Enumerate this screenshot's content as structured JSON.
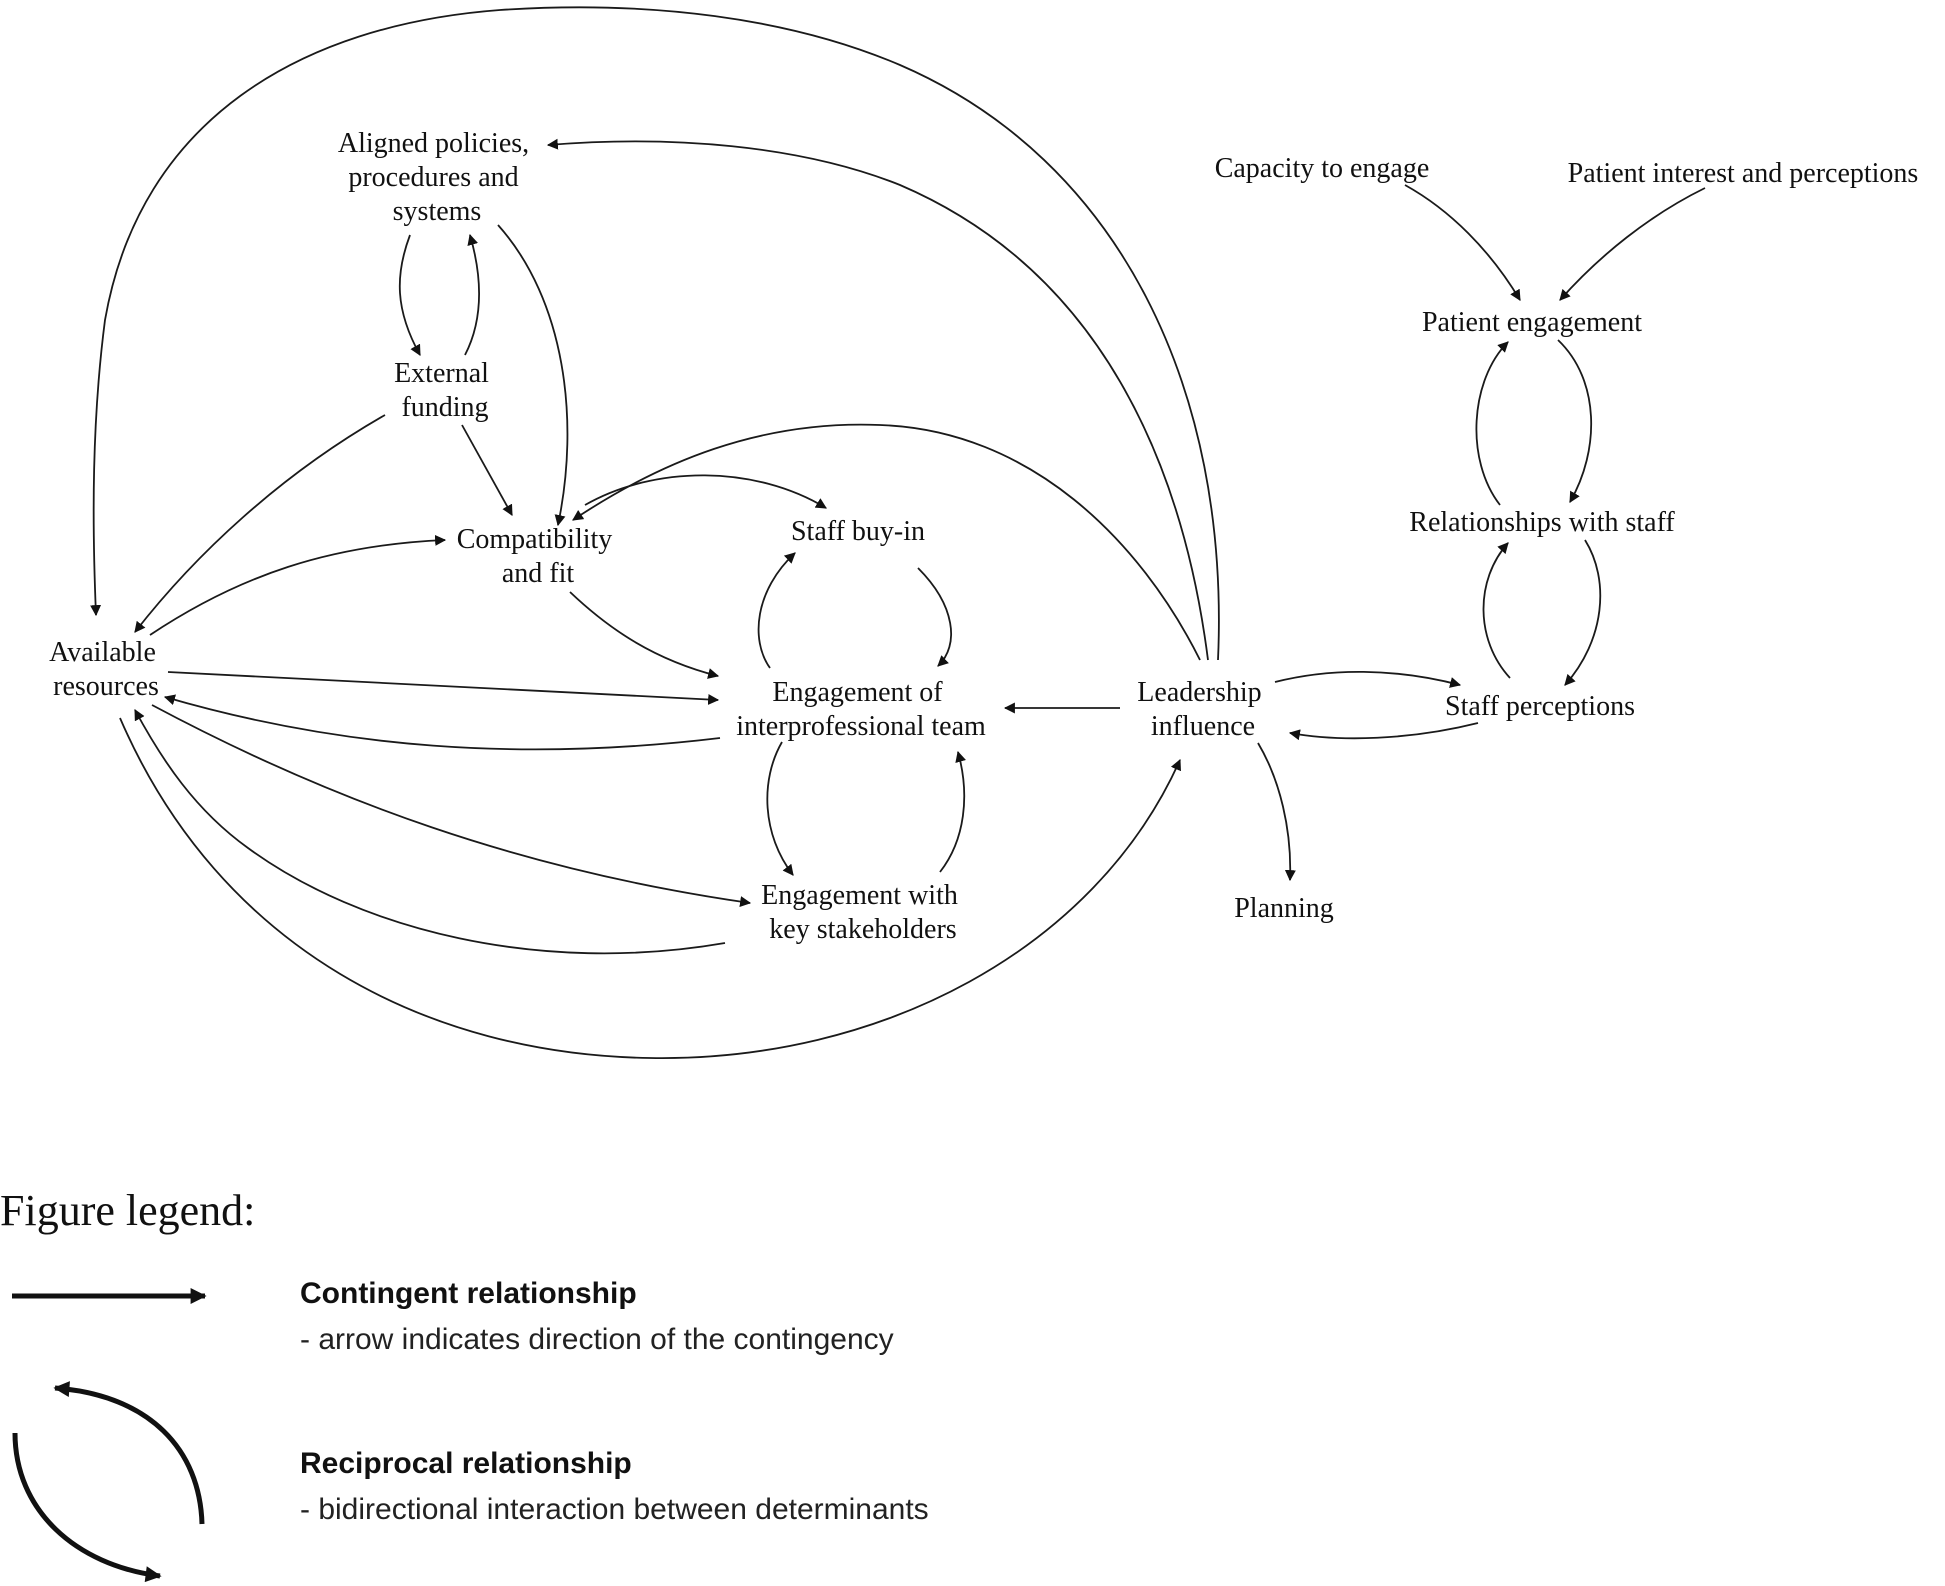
{
  "nodes": [
    {
      "id": "aligned",
      "lines": [
        "Aligned policies,",
        "procedures and",
        "systems"
      ]
    },
    {
      "id": "external",
      "lines": [
        "External",
        "funding"
      ]
    },
    {
      "id": "compat",
      "lines": [
        "Compatibility",
        "and fit"
      ]
    },
    {
      "id": "available",
      "lines": [
        "Available",
        "resources"
      ]
    },
    {
      "id": "buyin",
      "lines": [
        "Staff buy-in"
      ]
    },
    {
      "id": "team",
      "lines": [
        "Engagement of",
        "interprofessional team"
      ]
    },
    {
      "id": "stake",
      "lines": [
        "Engagement with",
        "key stakeholders"
      ]
    },
    {
      "id": "leader",
      "lines": [
        "Leadership",
        "influence"
      ]
    },
    {
      "id": "planning",
      "lines": [
        "Planning"
      ]
    },
    {
      "id": "capacity",
      "lines": [
        "Capacity to engage"
      ]
    },
    {
      "id": "patient_interest",
      "lines": [
        "Patient interest and perceptions"
      ]
    },
    {
      "id": "patient_eng",
      "lines": [
        "Patient engagement"
      ]
    },
    {
      "id": "relationships",
      "lines": [
        "Relationships with staff"
      ]
    },
    {
      "id": "staff_perc",
      "lines": [
        "Staff perceptions"
      ]
    }
  ],
  "legend": {
    "title": "Figure legend:",
    "contingent_title": "Contingent relationship",
    "contingent_desc": "- arrow indicates direction of the contingency",
    "reciprocal_title": "Reciprocal relationship",
    "reciprocal_desc": "- bidirectional interaction between determinants"
  }
}
